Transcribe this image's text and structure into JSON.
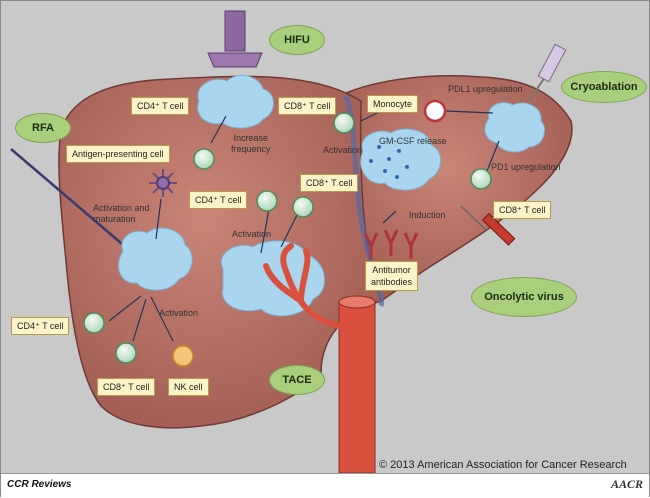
{
  "treatments": {
    "hifu": "HIFU",
    "rfa": "RFA",
    "cryoablation": "Cryoablation",
    "oncolytic_virus": "Oncolytic virus",
    "tace": "TACE"
  },
  "cells": {
    "cd4_top": "CD4⁺ T cell",
    "cd8_top": "CD8⁺ T cell",
    "monocyte": "Monocyte",
    "apc": "Antigen-presenting cell",
    "cd4_mid": "CD4⁺ T cell",
    "cd8_mid": "CD8⁺ T cell",
    "cd8_right": "CD8⁺ T cell",
    "cd4_left": "CD4⁺ T cell",
    "cd8_bottom": "CD8⁺ T cell",
    "nk": "NK cell",
    "antibodies": "Antitumor\nantibodies"
  },
  "labels": {
    "increase_frequency": "Increase\nfrequency",
    "activation_top": "Activation",
    "gmcsf": "GM-CSF release",
    "pdl1": "PDL1 upregulation",
    "pd1": "PD1 upregulation",
    "activation_maturation": "Activation and\nmaturation",
    "activation_mid": "Activation",
    "induction": "Induction",
    "activation_bottom": "Activation"
  },
  "footer": {
    "copyright": "© 2013 American Association for Cancer Research",
    "journal": "CCR Reviews",
    "logo": "AACR"
  },
  "colors": {
    "liver": "#b06a60",
    "tumor": "#a9d6ee",
    "vessel": "#d9503e",
    "box": "#fdf3c9",
    "oval": "#a9cf7c"
  }
}
